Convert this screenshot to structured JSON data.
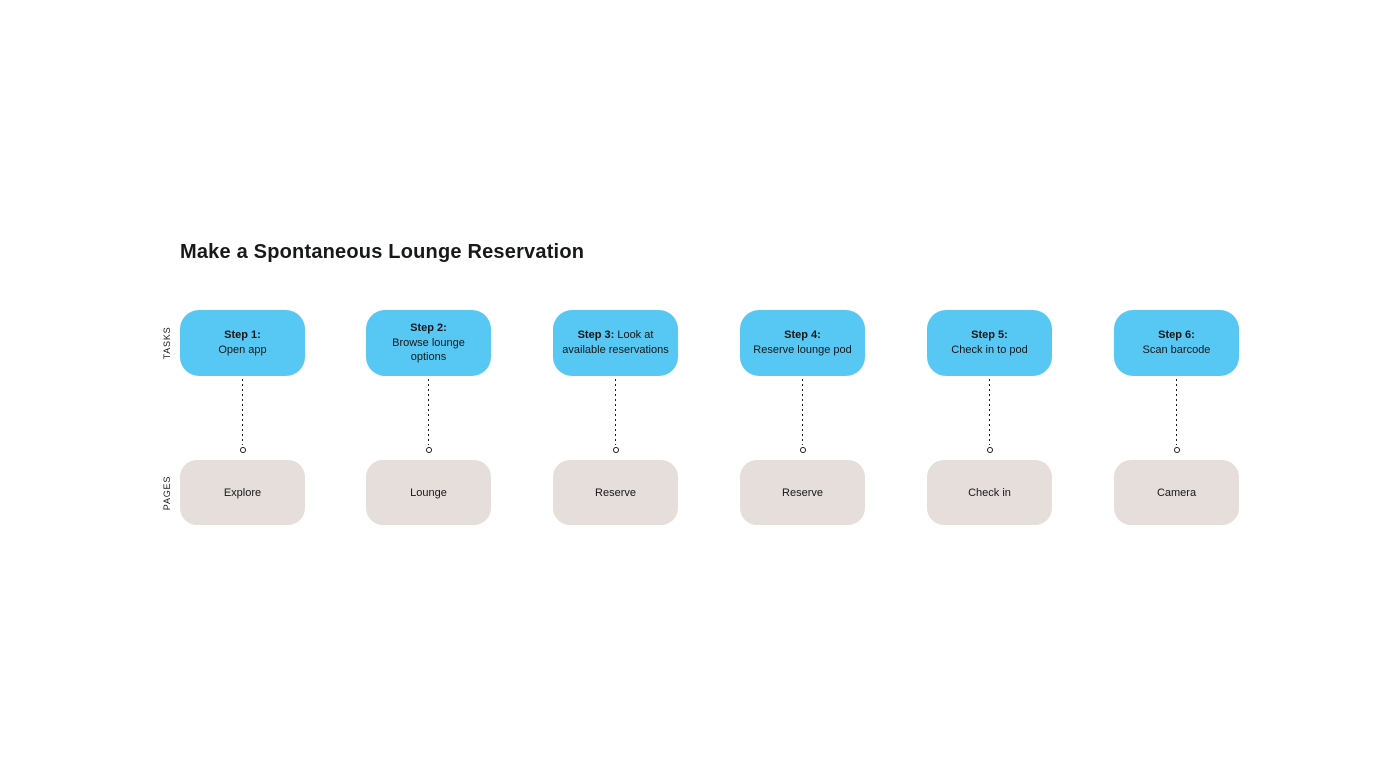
{
  "title": "Make a Spontaneous Lounge Reservation",
  "rows": {
    "tasks_label": "TASKS",
    "pages_label": "PAGES"
  },
  "colors": {
    "task_card": "#56c8f3",
    "page_card": "#e5deda",
    "card_text": "#14171a",
    "connector": "#1a1a1a",
    "background": "#ffffff"
  },
  "steps": [
    {
      "step_label": "Step 1:",
      "task": "Open app",
      "page": "Explore"
    },
    {
      "step_label": "Step 2:",
      "task": "Browse lounge options",
      "page": "Lounge"
    },
    {
      "step_label": "Step 3:",
      "task": "Look at available reservations",
      "page": "Reserve"
    },
    {
      "step_label": "Step 4:",
      "task": "Reserve lounge pod",
      "page": "Reserve"
    },
    {
      "step_label": "Step 5:",
      "task": "Check in to pod",
      "page": "Check in"
    },
    {
      "step_label": "Step 6:",
      "task": "Scan barcode",
      "page": "Camera"
    }
  ]
}
